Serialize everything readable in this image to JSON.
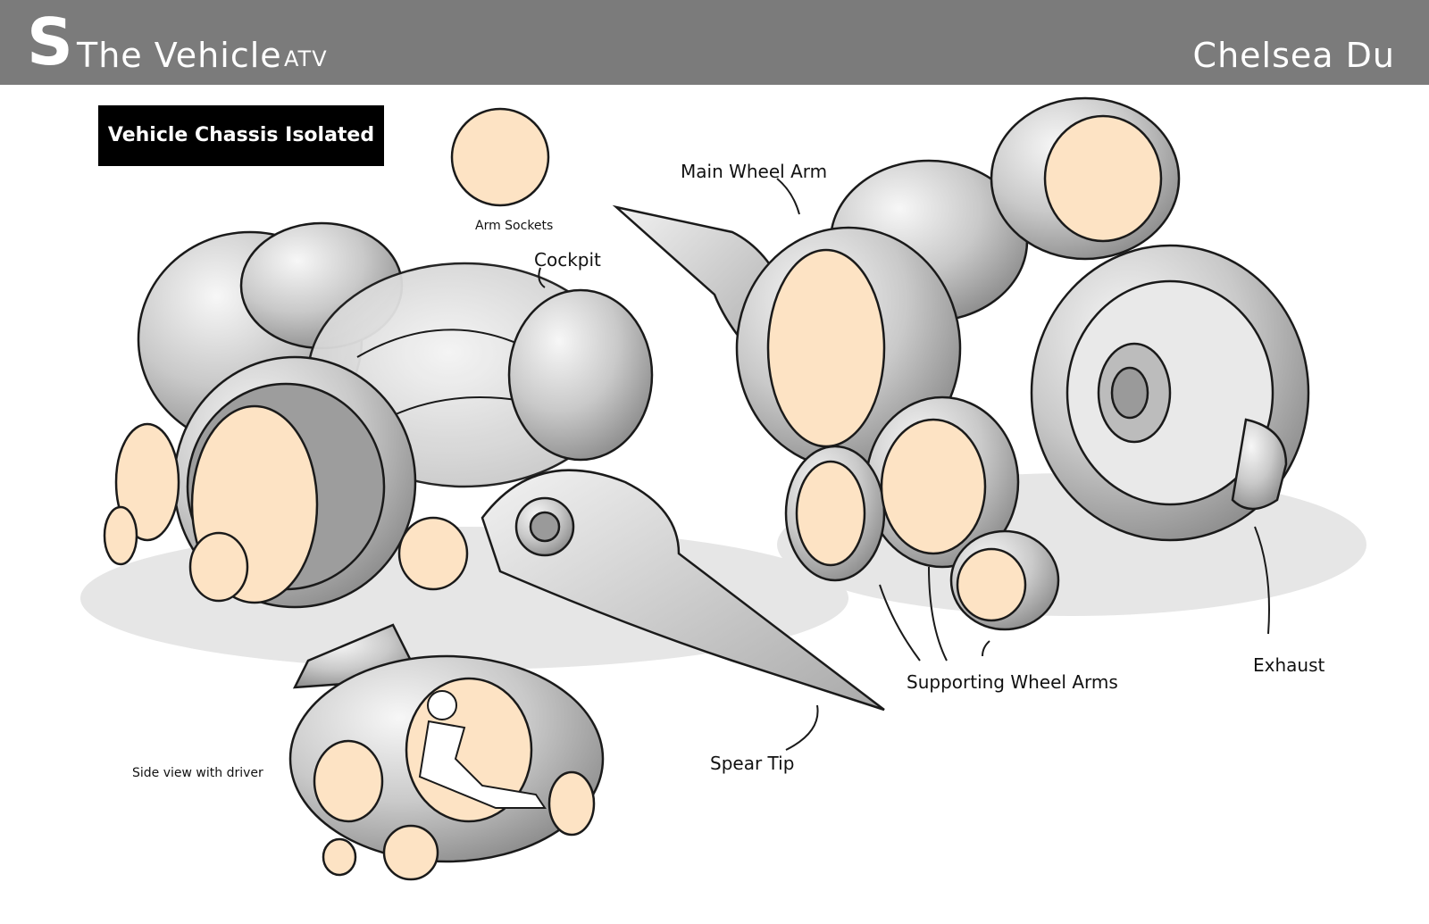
{
  "header": {
    "logo": "S",
    "title": "The Vehicle",
    "subtitle": "ATV",
    "author": "Chelsea Du"
  },
  "section_title": "Vehicle Chassis Isolated",
  "labels": {
    "arm_sockets": "Arm Sockets",
    "cockpit": "Cockpit",
    "main_wheel_arm": "Main Wheel Arm",
    "supporting_wheel_arms": "Supporting Wheel Arms",
    "exhaust": "Exhaust",
    "spear_tip": "Spear Tip",
    "side_view": "Side view with driver"
  },
  "colors": {
    "header_bg": "#7b7b7b",
    "socket_fill": "#fde3c4",
    "line": "#1a1a1a",
    "metal_light": "#e8e8e8",
    "metal_mid": "#bdbdbd",
    "metal_dark": "#8a8a8a",
    "shadow": "#d9d9d9"
  }
}
